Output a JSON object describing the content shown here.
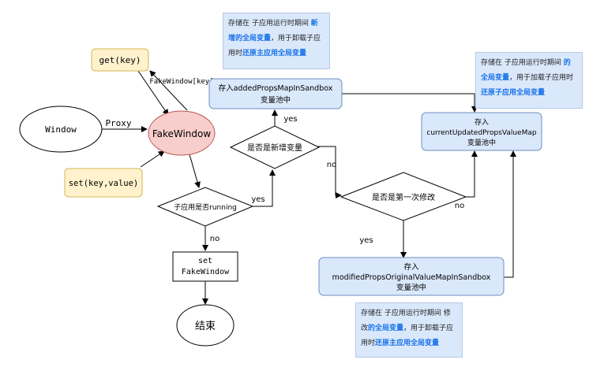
{
  "nodes": {
    "get": "get(key)",
    "window": "Window",
    "proxy": "Proxy",
    "fake_window_key": "FakeWindow[key]",
    "fake_window": "FakeWindow",
    "set": "set(key,value)",
    "running_check": "子应用是否running",
    "yes_running": "yes",
    "no_running": "no",
    "set_fake_window_1": "set",
    "set_fake_window_2": "FakeWindow",
    "end": "结束",
    "is_new_var": "是否是新增变量",
    "yes_new": "yes",
    "no_new": "no",
    "added_pool_1": "存入addedPropsMapInSandbox",
    "added_pool_2": "变量池中",
    "is_first_modify": "是否是第一次修改",
    "yes_first": "yes",
    "no_first": "no",
    "current_pool_1": "存入",
    "current_pool_2": "currentUpdatedPropsValueMap",
    "current_pool_3": "变量池中",
    "modified_pool_1": "存入",
    "modified_pool_2": "modifiedPropsOriginalValueMapInSandbox",
    "modified_pool_3": "变量池中"
  },
  "notes": {
    "added": {
      "p1": "存储在 子应用运行时期间 ",
      "h1": "新增",
      "h2": "的全局变量",
      "p2": "，用于卸载子应用时",
      "h3": "还原主应用全局变量"
    },
    "current": {
      "p1": "存储在 子应用运行时期间 ",
      "h1": "的全",
      "h2": "局变量",
      "p2": "，用于加载子应用时",
      "h3": "还原",
      "h4": "子应用全局变量"
    },
    "modified": {
      "p1": "存储在 子应用运行时期间 修改",
      "h2": "的全局变量",
      "p2": "，用于卸载子应用时",
      "h3": "还原主应用全局变量"
    }
  },
  "colors": {
    "fake_window_fill": "#f8cecc",
    "yellow_fill": "#fff2cc",
    "yellow_stroke": "#d6b656",
    "blue_fill": "#dae8fc",
    "blue_stroke": "#6c8ebf",
    "highlight": "#1a73e8"
  }
}
